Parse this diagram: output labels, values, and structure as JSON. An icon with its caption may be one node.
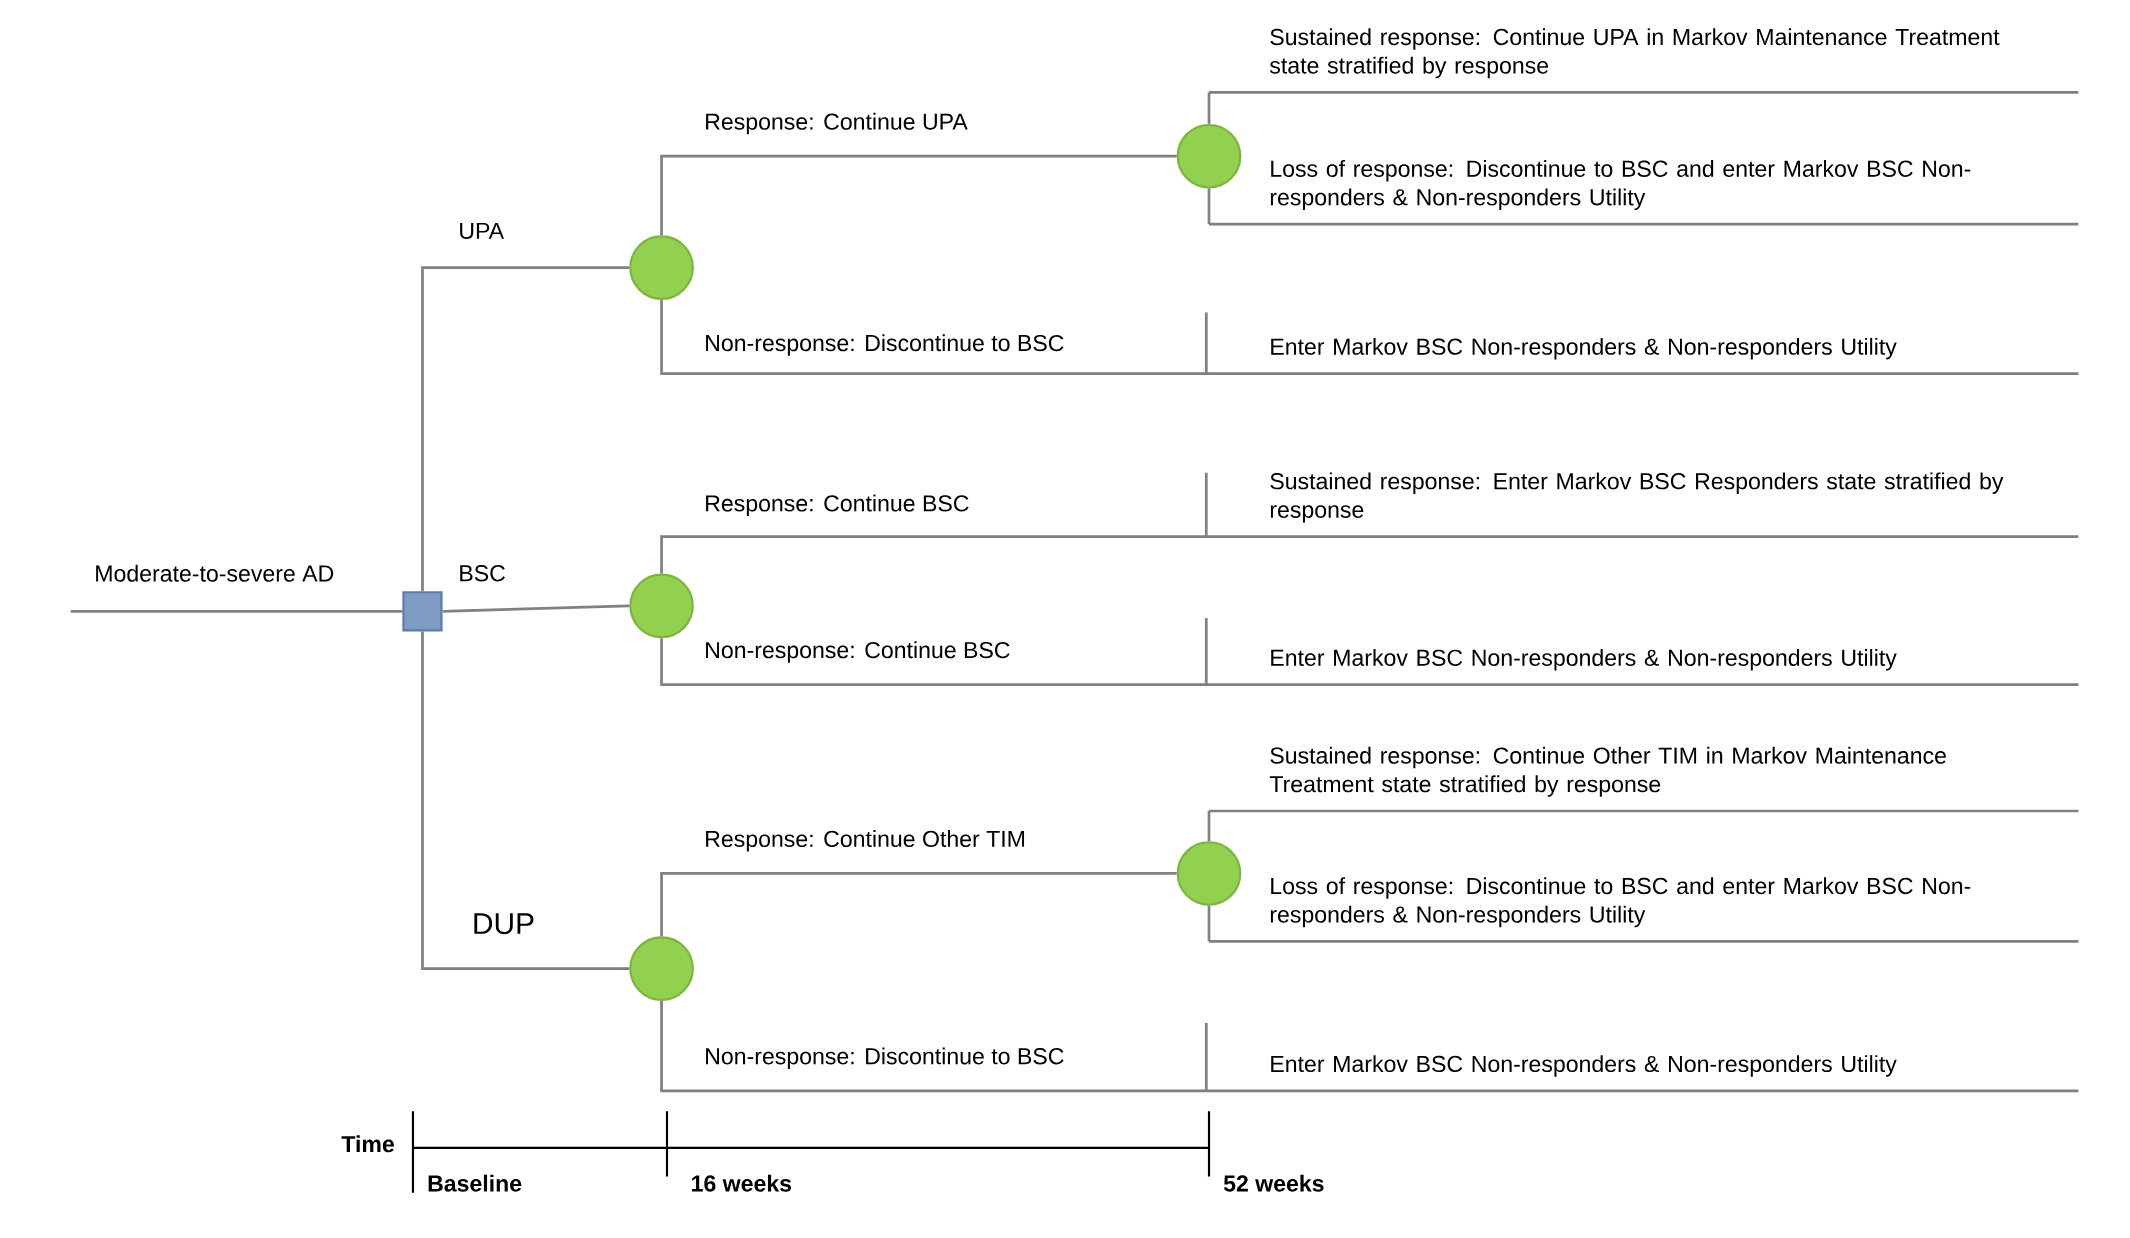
{
  "diagram": {
    "nodes": [
      {
        "text": [],
        "shape": "box"
      },
      {
        "text": [],
        "shape": "circle"
      },
      {
        "text": [],
        "shape": "circle"
      },
      {
        "text": [],
        "shape": "circle"
      },
      {
        "text": [],
        "shape": "circle"
      },
      {
        "text": [],
        "shape": "circle"
      },
      {
        "text": [
          "Sustained response: Continue UPA in Markov Maintenance Treatment state stratified by response"
        ]
      },
      {
        "text": [
          "Loss of response: Discontinue to BSC and enter Markov BSC Non-responders & Non-responders Utility"
        ]
      },
      {
        "text": [
          "Enter Markov BSC Non-responders & Non-responders Utility"
        ]
      },
      {
        "text": [
          "Sustained response: Enter Markov BSC Responders state stratified by response"
        ]
      },
      {
        "text": [
          "Enter Markov BSC Non-responders & Non-responders Utility"
        ]
      },
      {
        "text": [
          "Sustained response: Continue Other TIM in Markov Maintenance Treatment state stratified by response"
        ]
      },
      {
        "text": [
          "Loss of response: Discontinue to BSC and enter Markov BSC Non-responders & Non-responders Utility"
        ]
      },
      {
        "text": [
          "Enter Markov BSC Non-responders & Non-responders Utility"
        ]
      }
    ],
    "edges": [
      {
        "from": null,
        "to": 0,
        "arrow": "none",
        "label": "Moderate-to-severe AD"
      },
      {
        "from": 0,
        "to": 1,
        "arrow": "none",
        "label": "UPA"
      },
      {
        "from": 0,
        "to": 2,
        "arrow": "none",
        "label": "BSC"
      },
      {
        "from": 0,
        "to": 3,
        "arrow": "none",
        "label": "DUP"
      },
      {
        "from": 1,
        "to": 4,
        "arrow": "none",
        "label": "Response: Continue UPA"
      },
      {
        "from": 1,
        "to": 8,
        "arrow": "none",
        "label": "Non-response: Discontinue to BSC"
      },
      {
        "from": 4,
        "to": 6,
        "arrow": "none"
      },
      {
        "from": 4,
        "to": 7,
        "arrow": "none"
      },
      {
        "from": 2,
        "to": 9,
        "arrow": "none",
        "label": "Response: Continue BSC"
      },
      {
        "from": 2,
        "to": 10,
        "arrow": "none",
        "label": "Non-response: Continue BSC"
      },
      {
        "from": 3,
        "to": 5,
        "arrow": "none",
        "label": "Response: Continue Other TIM"
      },
      {
        "from": 3,
        "to": 13,
        "arrow": "none",
        "label": "Non-response: Discontinue to BSC"
      },
      {
        "from": 5,
        "to": 11,
        "arrow": "none"
      },
      {
        "from": 5,
        "to": 12,
        "arrow": "none"
      }
    ],
    "labels": [
      "Time",
      "Baseline",
      "16 weeks",
      "52 weeks"
    ]
  }
}
